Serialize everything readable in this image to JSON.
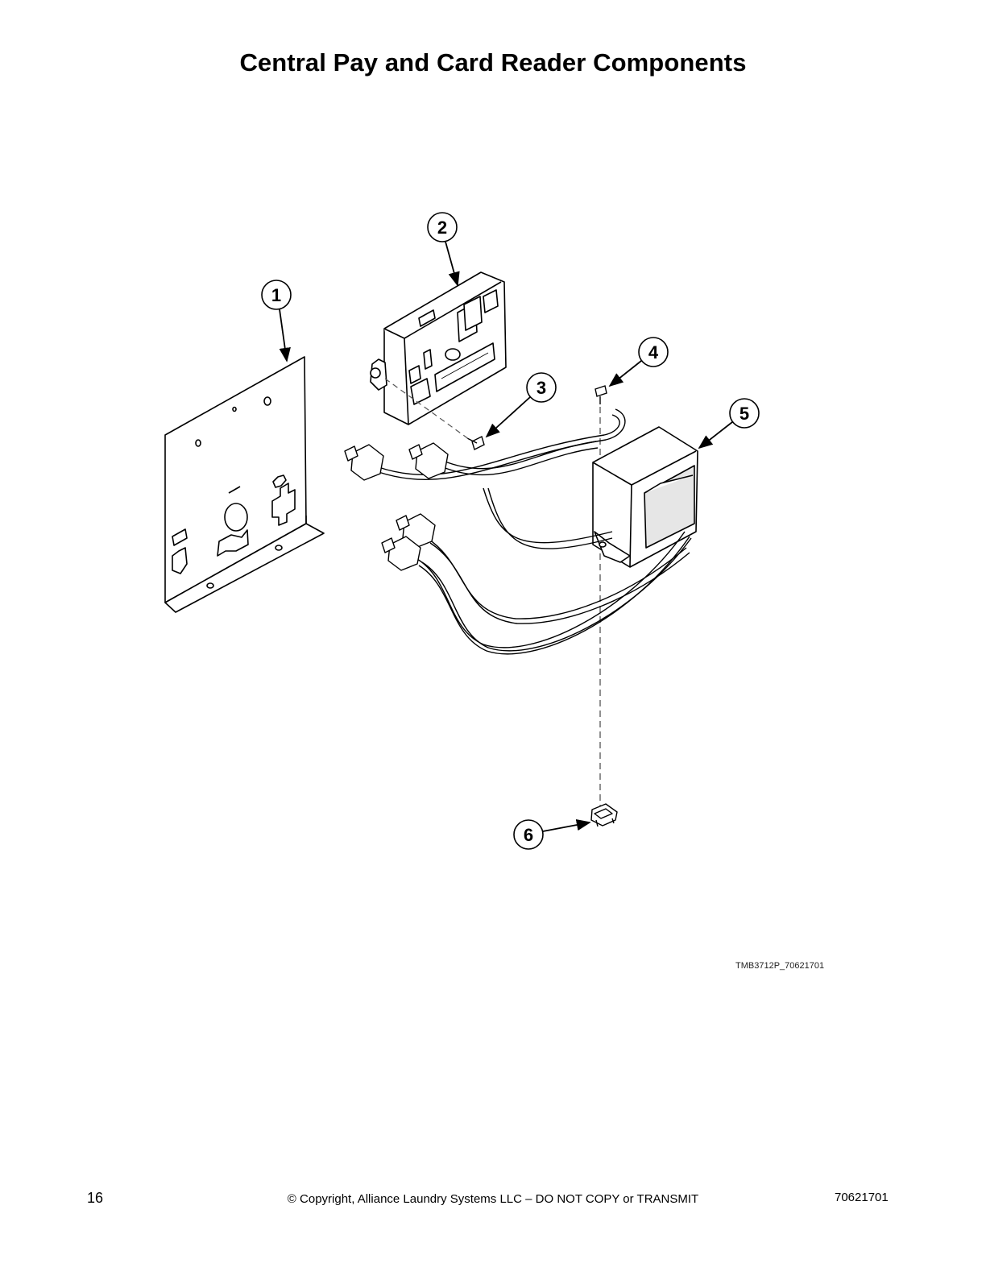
{
  "page": {
    "title": "Central Pay and Card Reader Components",
    "figure_id": "TMB3712P_70621701",
    "footer": {
      "page_number": "16",
      "copyright": "© Copyright, Alliance Laundry Systems LLC – DO NOT COPY or TRANSMIT",
      "document_number": "70621701"
    }
  },
  "diagram": {
    "callouts": [
      "1",
      "2",
      "3",
      "4",
      "5",
      "6"
    ],
    "colors": {
      "line": "#000000",
      "fill": "#ffffff",
      "shade": "#e6e6e6",
      "dash": "#555555"
    }
  }
}
